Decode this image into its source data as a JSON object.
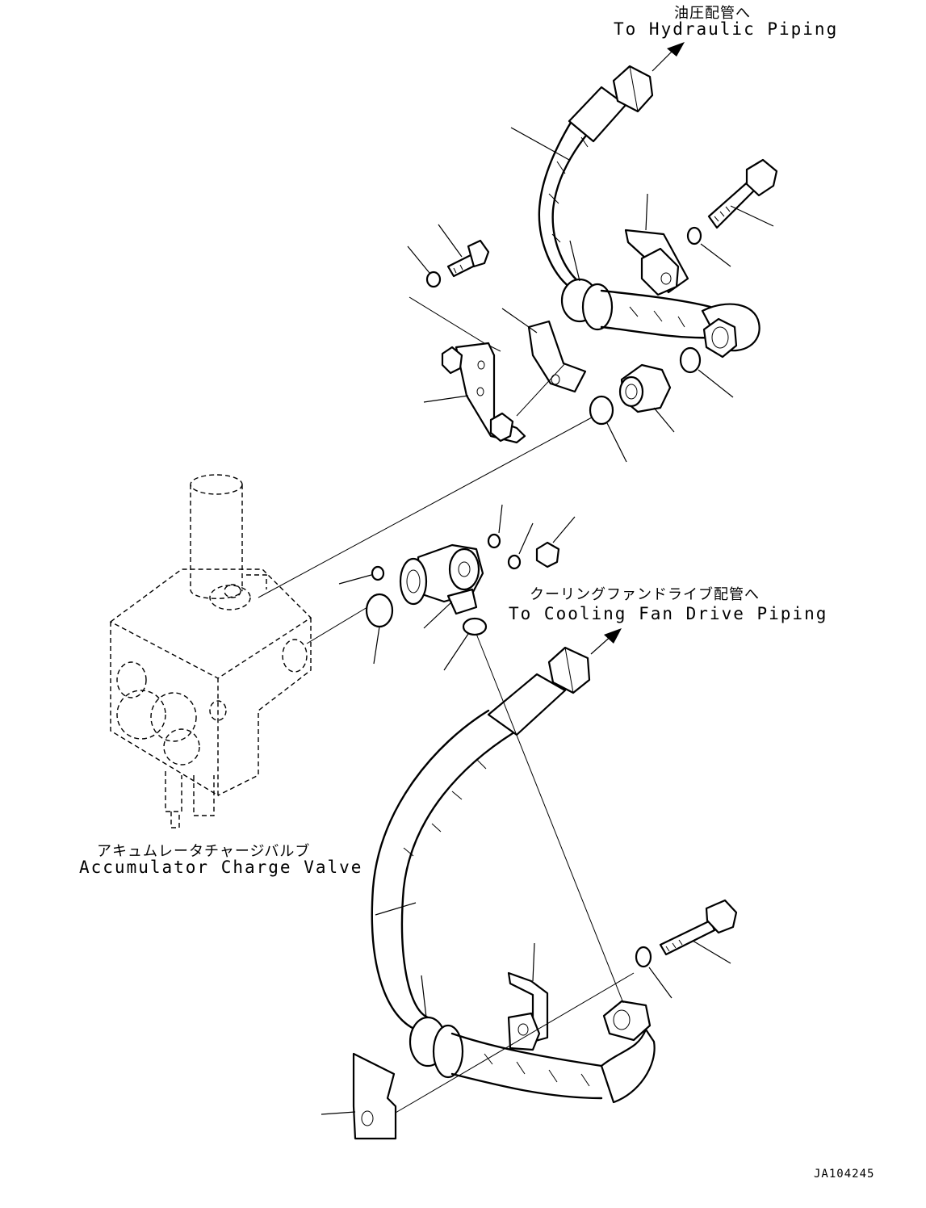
{
  "labels": {
    "hydraulic_jp": "油圧配管へ",
    "hydraulic_en": "To Hydraulic Piping",
    "cooling_jp": "クーリングファンドライブ配管へ",
    "cooling_en": "To Cooling Fan Drive Piping",
    "valve_jp": "アキュムレータチャージバルブ",
    "valve_en": "Accumulator Charge Valve",
    "drawing_id": "JA104245"
  }
}
